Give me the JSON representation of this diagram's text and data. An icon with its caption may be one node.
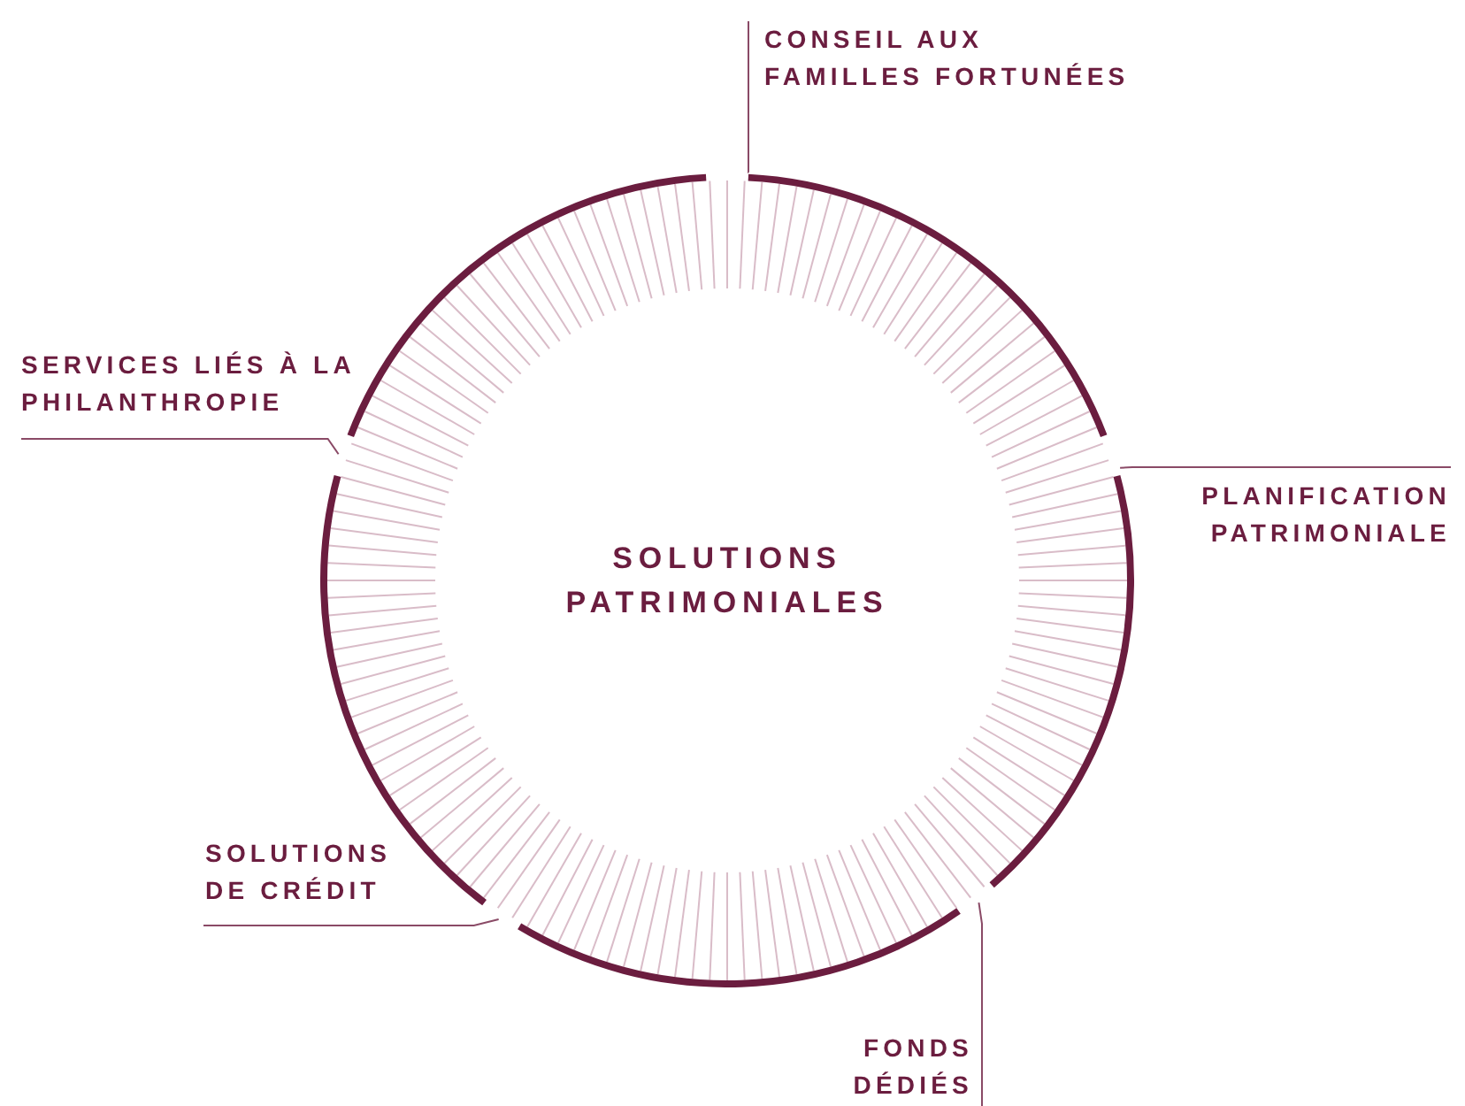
{
  "diagram": {
    "nodes": [
      {
        "text": [
          "SOLUTIONS PATRIMONIALES"
        ]
      },
      {
        "text": [
          "CONSEIL AUX FAMILLES FORTUNÉES"
        ]
      },
      {
        "text": [
          "PLANIFICATION PATRIMONIALE"
        ]
      },
      {
        "text": [
          "FONDS DÉDIÉS"
        ]
      },
      {
        "text": [
          "SOLUTIONS DE CRÉDIT"
        ]
      },
      {
        "text": [
          "SERVICES LIÉS À LA PHILANTHROPIE"
        ]
      }
    ],
    "edges": [
      {
        "from": 1,
        "to": 0,
        "arrow": "none"
      },
      {
        "from": 2,
        "to": 0,
        "arrow": "none"
      },
      {
        "from": 3,
        "to": 0,
        "arrow": "none"
      },
      {
        "from": 4,
        "to": 0,
        "arrow": "none"
      },
      {
        "from": 5,
        "to": 0,
        "arrow": "none"
      }
    ]
  }
}
